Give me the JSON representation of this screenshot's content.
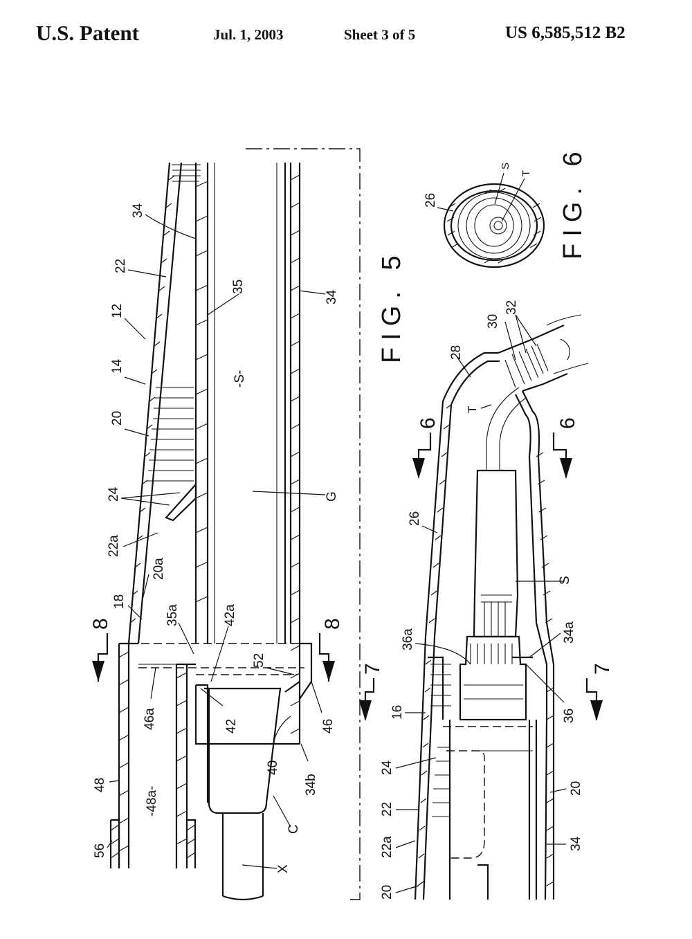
{
  "header": {
    "patent_label": "U.S. Patent",
    "date": "Jul. 1, 2003",
    "sheet": "Sheet 3 of 5",
    "number": "US 6,585,512 B2"
  },
  "figures": {
    "fig5": "FIG. 5",
    "fig6": "FIG. 6"
  },
  "callouts": {
    "c22": "22",
    "c12": "12",
    "c14": "14",
    "c20": "20",
    "c24": "24",
    "c22a": "22a",
    "c20a": "20a",
    "c18": "18",
    "c35a": "35a",
    "c42a": "42a",
    "c34": "34",
    "c35": "35",
    "c34r": "34",
    "cS": "-S-",
    "cG": "G",
    "c8l": "8",
    "c8r": "8",
    "c52": "52",
    "c46": "46",
    "c46a": "46a",
    "c42": "42",
    "c40": "40",
    "c34b": "34b",
    "c48": "48",
    "c48a": "-48a-",
    "c56": "56",
    "cC": "C",
    "cX": "X",
    "c26f6": "26",
    "cSf6": "S",
    "cTf6": "T",
    "c28": "28",
    "c30": "30",
    "c32": "32",
    "c6l": "6",
    "c6r": "6",
    "cT": "T",
    "c26": "26",
    "cS2": "S",
    "c36a": "36a",
    "c34a": "34a",
    "c36": "36",
    "c7l": "7",
    "c7r": "7",
    "c16": "16",
    "c24b": "24",
    "c22b": "22",
    "c22ab": "22a",
    "c20b": "20",
    "c20r": "20",
    "c34c": "34"
  }
}
